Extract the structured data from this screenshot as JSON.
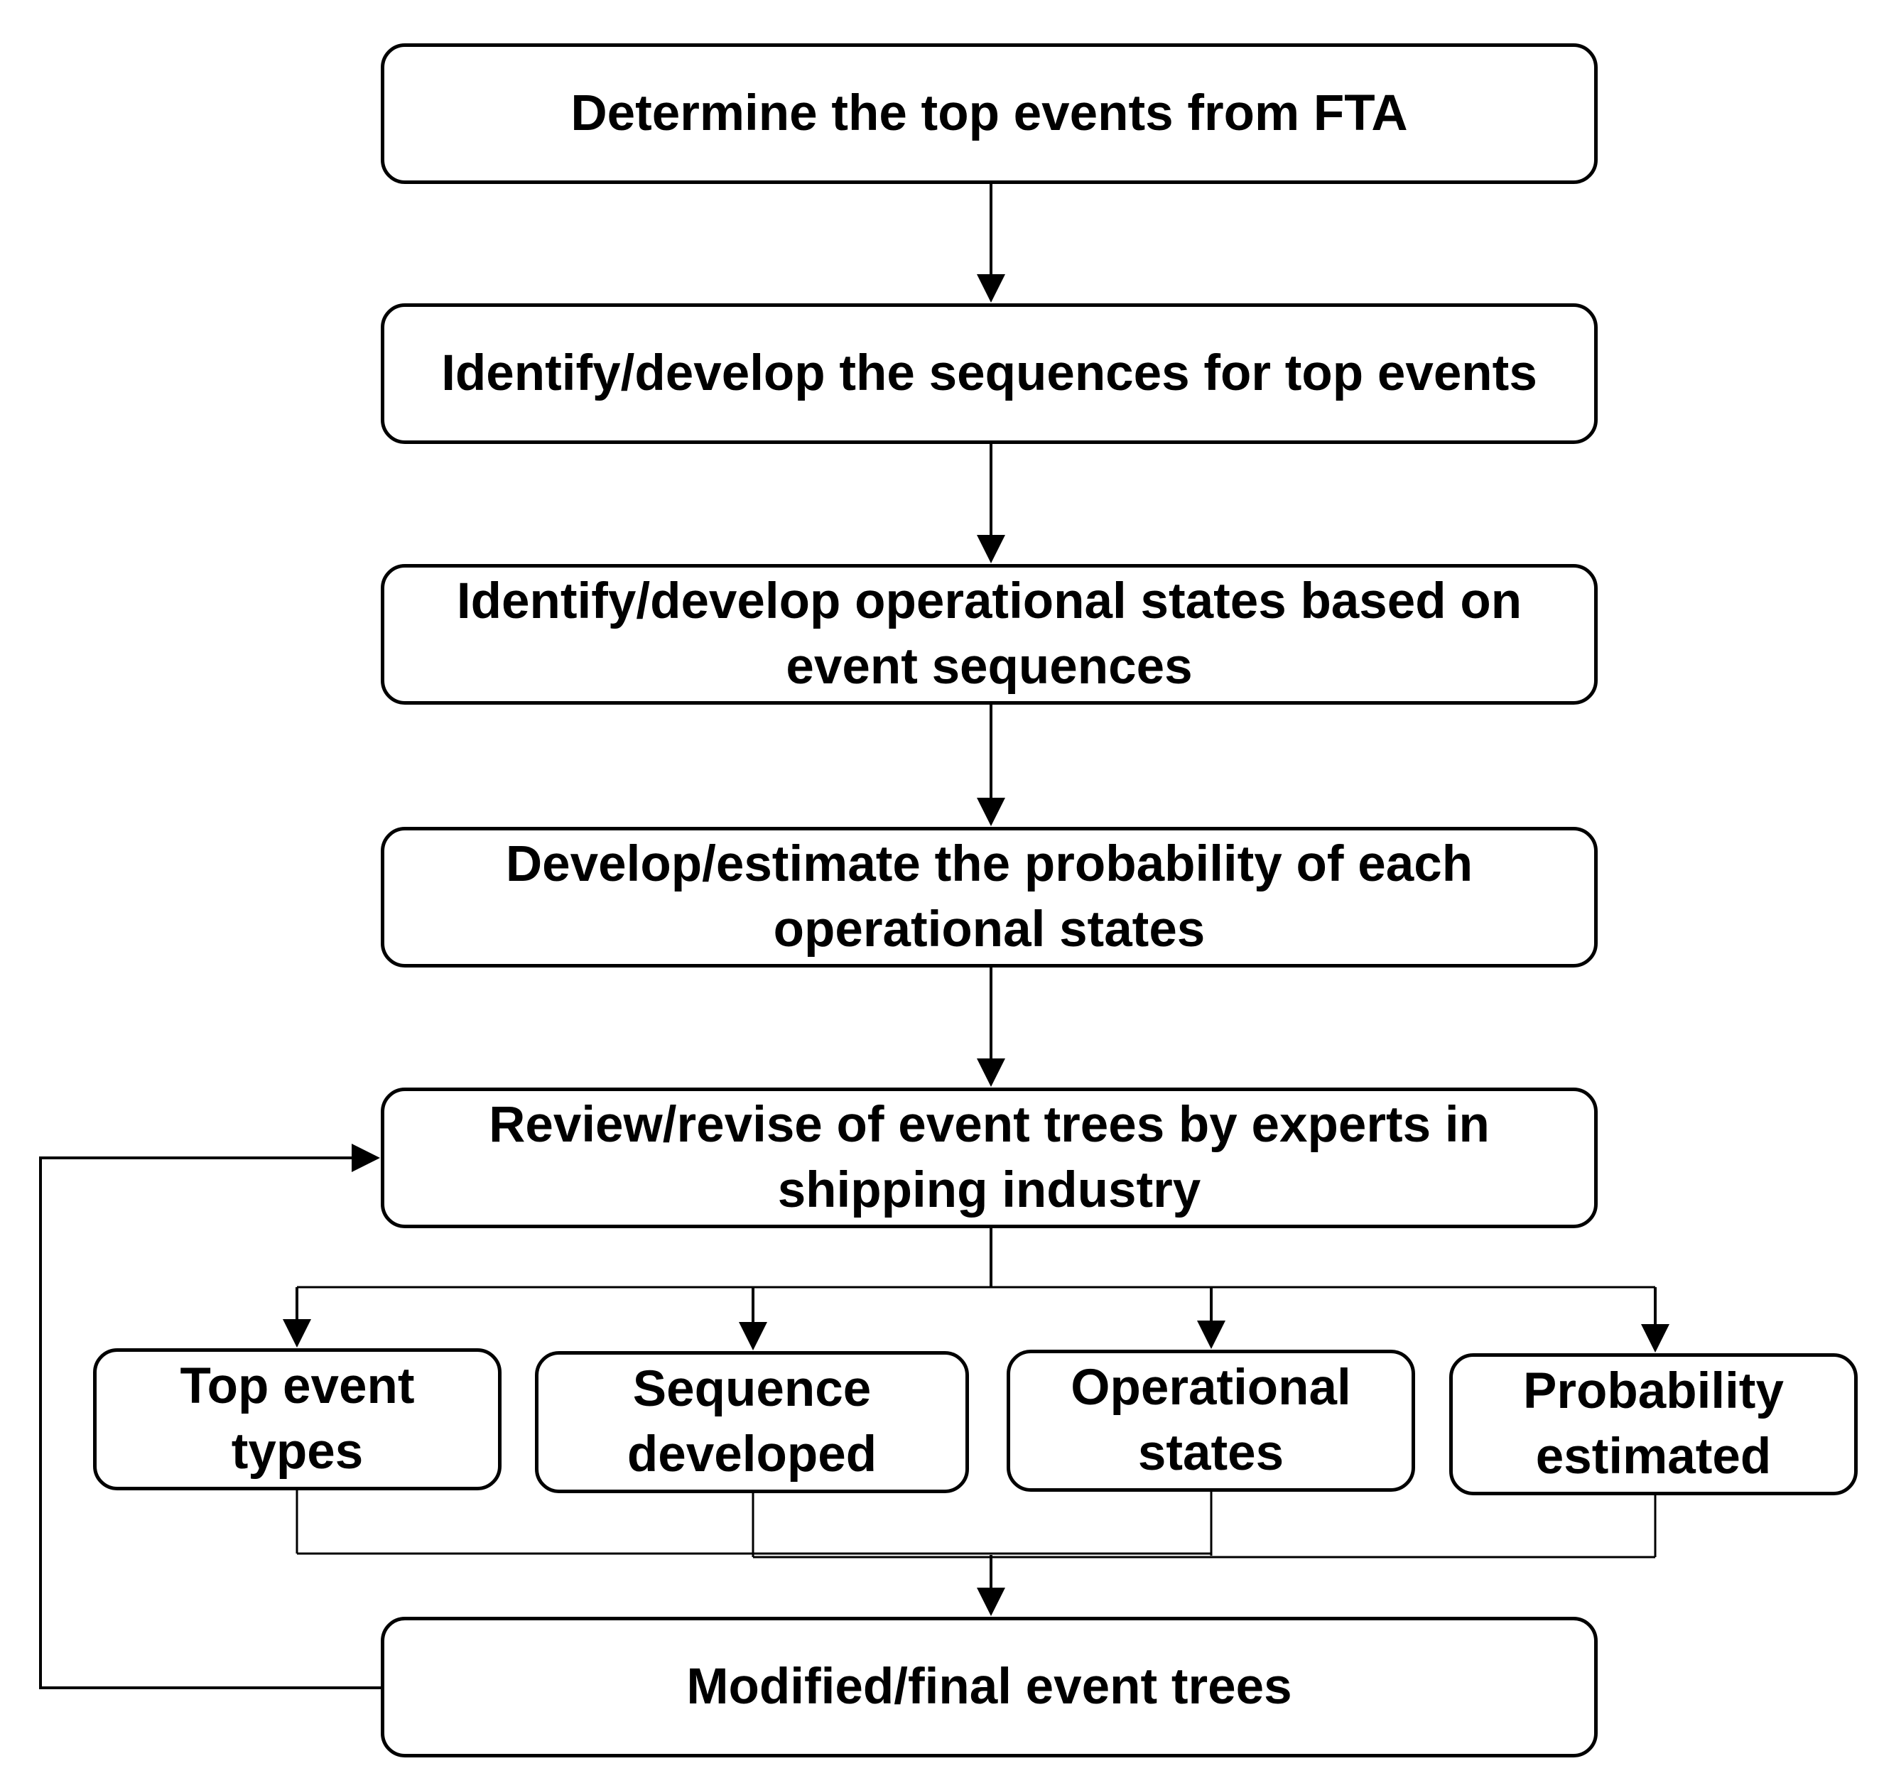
{
  "steps": {
    "top_events": "Determine the top events from FTA",
    "sequences": "Identify/develop the sequences for top events",
    "operational_states": "Identify/develop operational states based on event sequences",
    "probability": "Develop/estimate the probability of each operational states",
    "review": "Review/revise of event trees by experts in shipping industry",
    "final": "Modified/final event trees"
  },
  "review_outputs": [
    {
      "label": "Top event types"
    },
    {
      "label": "Sequence developed"
    },
    {
      "label": "Operational states"
    },
    {
      "label": "Probability estimated"
    }
  ],
  "colors": {
    "stroke": "#000000",
    "background": "#ffffff"
  }
}
